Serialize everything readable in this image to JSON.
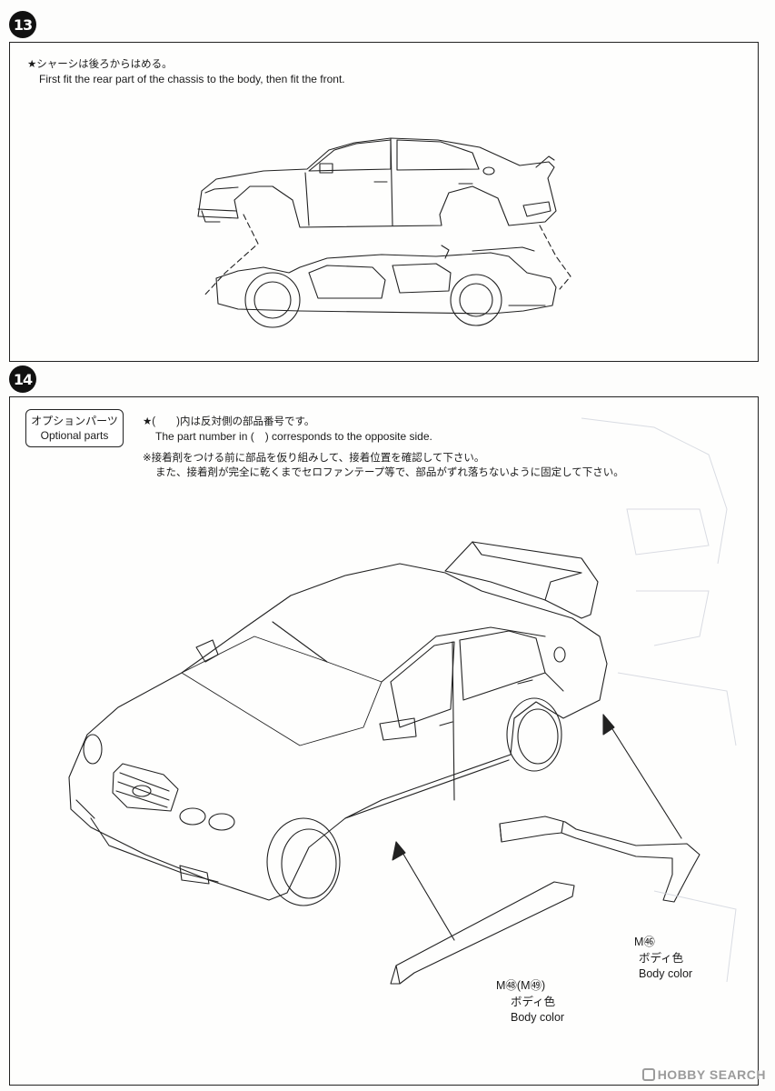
{
  "step13": {
    "number": "13",
    "note_jp": "★シャーシは後ろからはめる。",
    "note_en": "First fit the rear part of the chassis to the body, then fit the front."
  },
  "step14": {
    "number": "14",
    "option_jp": "オプションパーツ",
    "option_en": "Optional parts",
    "note1_jp": "★(　　)内は反対側の部品番号です。",
    "note1_en": "The part number in (　) corresponds to the opposite side.",
    "note2_jp": "※接着剤をつける前に部品を仮り組みして、接着位置を確認して下さい。",
    "note3_jp": "また、接着剤が完全に乾くまでセロファンテープ等で、部品がずれ落ちないように固定して下さい。",
    "part_rear": {
      "code": "M㊻",
      "color_jp": "ボディ色",
      "color_en": "Body color"
    },
    "part_side": {
      "code": "M㊽(M㊾)",
      "color_jp": "ボディ色",
      "color_en": "Body color"
    }
  },
  "watermark": "HOBBY SEARCH"
}
